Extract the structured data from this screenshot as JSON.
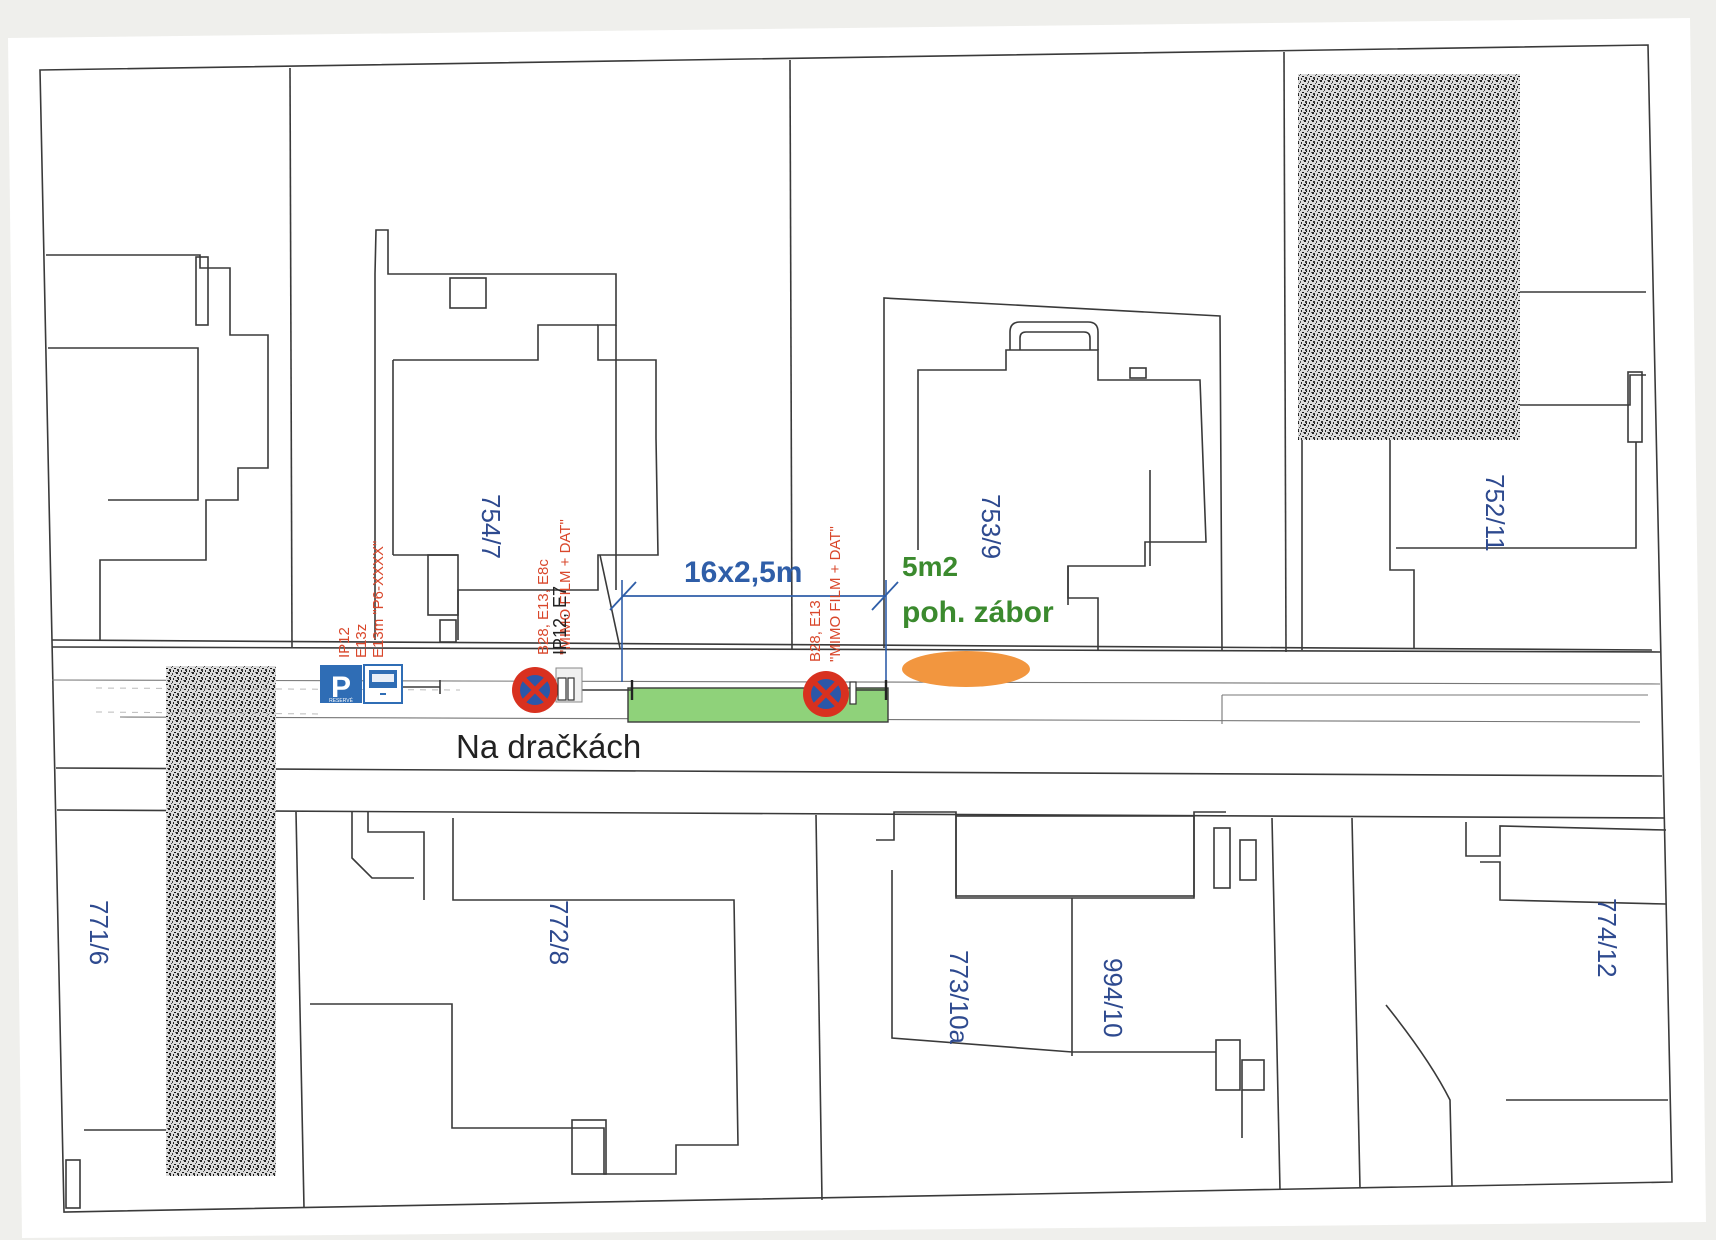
{
  "street": {
    "name": "Na dračkách"
  },
  "parcels": [
    {
      "id": "p-754-7",
      "label": "754/7"
    },
    {
      "id": "p-753-9",
      "label": "753/9"
    },
    {
      "id": "p-752-11",
      "label": "752/11"
    },
    {
      "id": "p-771-6",
      "label": "771/6"
    },
    {
      "id": "p-772-8",
      "label": "772/8"
    },
    {
      "id": "p-773-10a",
      "label": "773/10a"
    },
    {
      "id": "p-994-10",
      "label": "994/10"
    },
    {
      "id": "p-774-12",
      "label": "774/12"
    }
  ],
  "dimension": {
    "label": "16x2,5m",
    "color": "#2f5ea8"
  },
  "occupation": {
    "area": "5m2",
    "label": "poh. zábor",
    "color": "#3b8a2e"
  },
  "signs": {
    "parking_sign": {
      "letter": "P",
      "sub": "RESERVÉ",
      "icon": "parking-reserved-icon"
    },
    "parking_notes": [
      "IP12",
      "E13z",
      "E13m \"P6-XXXX\""
    ],
    "no_stop_1_notes": [
      "B28, E13, E8c",
      "\"MIMO FILM + DAT\""
    ],
    "no_stop_1_overlap": "IP12, E7",
    "no_stop_2_notes": [
      "B28, E13",
      "\"MIMO FILM + DAT\""
    ],
    "no_stop_icon": "no-stopping-sign-icon"
  },
  "colors": {
    "parking_blue": "#2f6db5",
    "no_stop_red": "#d8311f",
    "no_stop_blue": "#2b57a8",
    "reserved_zone": "#8fd27a",
    "orange_zone": "#f2963f",
    "annotation_red": "#d9472b"
  }
}
